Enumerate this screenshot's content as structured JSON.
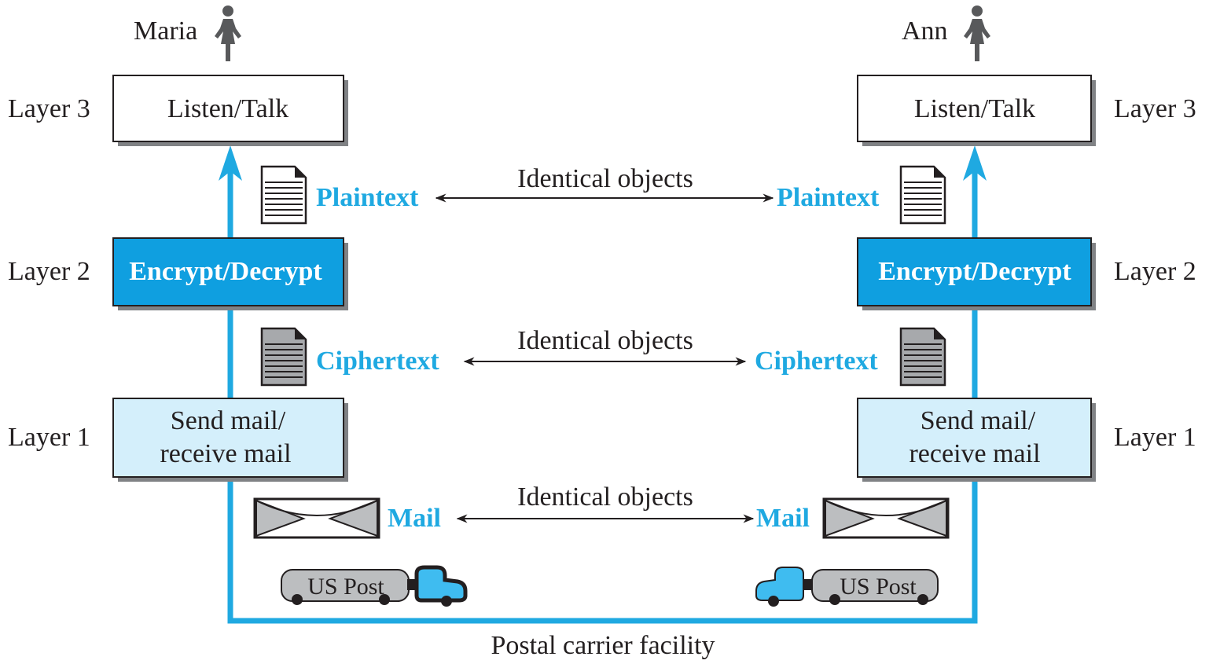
{
  "colors": {
    "accent_blue": "#1fa9e1",
    "layer2_fill": "#0f9fe0",
    "layer1_fill": "#d4effb",
    "doc_gray": "#a7a9ac",
    "envelope_gray": "#bcbec0",
    "truck_body": "#bcbec0",
    "truck_cab": "#3fbcf0"
  },
  "left": {
    "person": "Maria",
    "layer3": {
      "label": "Layer 3",
      "box": "Listen/Talk"
    },
    "layer2": {
      "label": "Layer 2",
      "box": "Encrypt/Decrypt"
    },
    "layer1": {
      "label": "Layer 1",
      "box_line1": "Send mail/",
      "box_line2": "receive mail"
    },
    "plaintext": "Plaintext",
    "ciphertext": "Ciphertext",
    "mail": "Mail",
    "truck": "US Post"
  },
  "right": {
    "person": "Ann",
    "layer3": {
      "label": "Layer 3",
      "box": "Listen/Talk"
    },
    "layer2": {
      "label": "Layer 2",
      "box": "Encrypt/Decrypt"
    },
    "layer1": {
      "label": "Layer 1",
      "box_line1": "Send mail/",
      "box_line2": "receive mail"
    },
    "plaintext": "Plaintext",
    "ciphertext": "Ciphertext",
    "mail": "Mail",
    "truck": "US Post"
  },
  "connections": {
    "plaintext_label": "Identical objects",
    "ciphertext_label": "Identical objects",
    "mail_label": "Identical objects"
  },
  "bottom_label": "Postal carrier facility",
  "icons": {
    "person": "woman-icon",
    "plaintext_doc": "document-icon",
    "ciphertext_doc": "document-gray-icon",
    "mail": "envelope-icon",
    "truck": "mail-truck-icon"
  }
}
